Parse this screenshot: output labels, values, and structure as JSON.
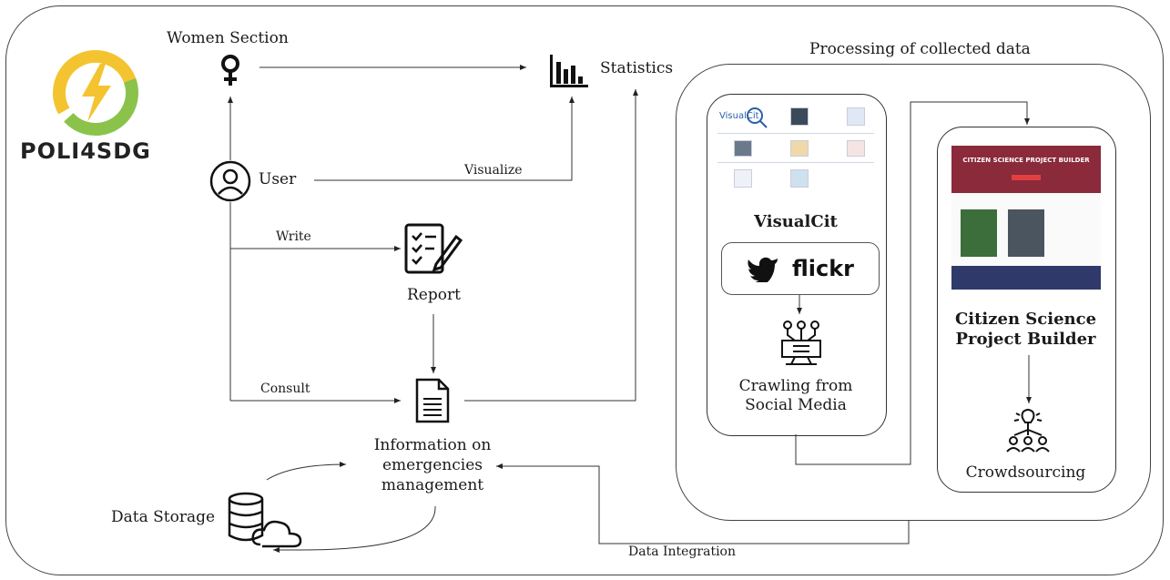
{
  "logo": {
    "text": "POLI4SDG"
  },
  "nodes": {
    "women_section": "Women Section",
    "statistics": "Statistics",
    "user": "User",
    "report": "Report",
    "information": [
      "Information on",
      "emergencies",
      "management"
    ],
    "data_storage": "Data Storage"
  },
  "edges": {
    "visualize": "Visualize",
    "write": "Write",
    "consult": "Consult",
    "data_integration": "Data Integration"
  },
  "processing": {
    "title": "Processing of collected data",
    "visualcit": {
      "title": "VisualCit",
      "logo_text": "VisualCit",
      "social": {
        "brand": "flickr"
      },
      "crawling": [
        "Crawling from",
        "Social Media"
      ]
    },
    "builder": {
      "title": [
        "Citizen Science",
        "Project Builder"
      ],
      "banner": "CITIZEN SCIENCE PROJECT BUILDER",
      "crowdsourcing": "Crowdsourcing"
    }
  },
  "colors": {
    "logo_yellow": "#f4c430",
    "logo_green": "#8bc34a",
    "twitter": "#111111",
    "banner": "#8a2a3a",
    "footer_bar": "#2f3a6b"
  }
}
